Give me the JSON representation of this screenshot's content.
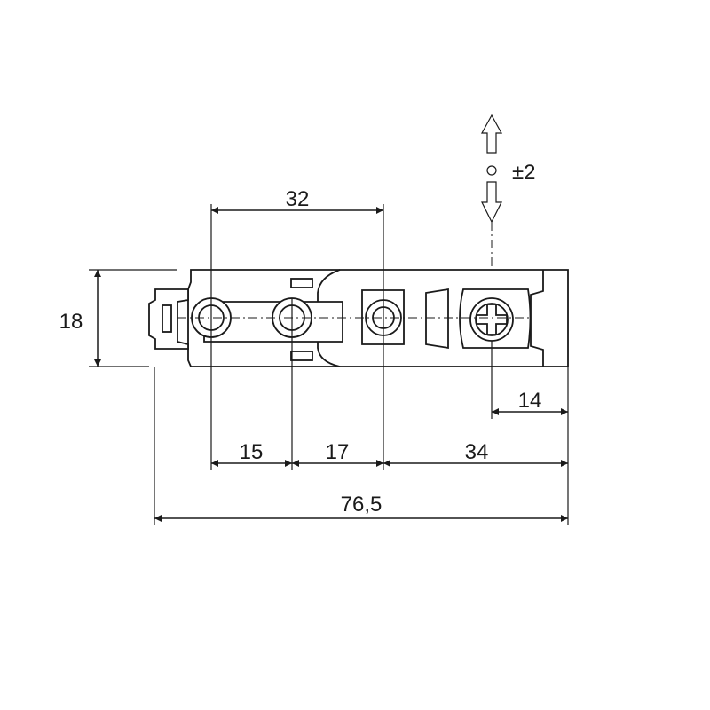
{
  "dimensions": {
    "spacing_32": "32",
    "height_18": "18",
    "offset_15": "15",
    "offset_17": "17",
    "offset_34": "34",
    "offset_14": "14",
    "total_76_5": "76,5",
    "adjust_pm2": "±2"
  },
  "icons": {
    "adjust_up": "arrow-up-icon",
    "adjust_down": "arrow-down-icon"
  }
}
